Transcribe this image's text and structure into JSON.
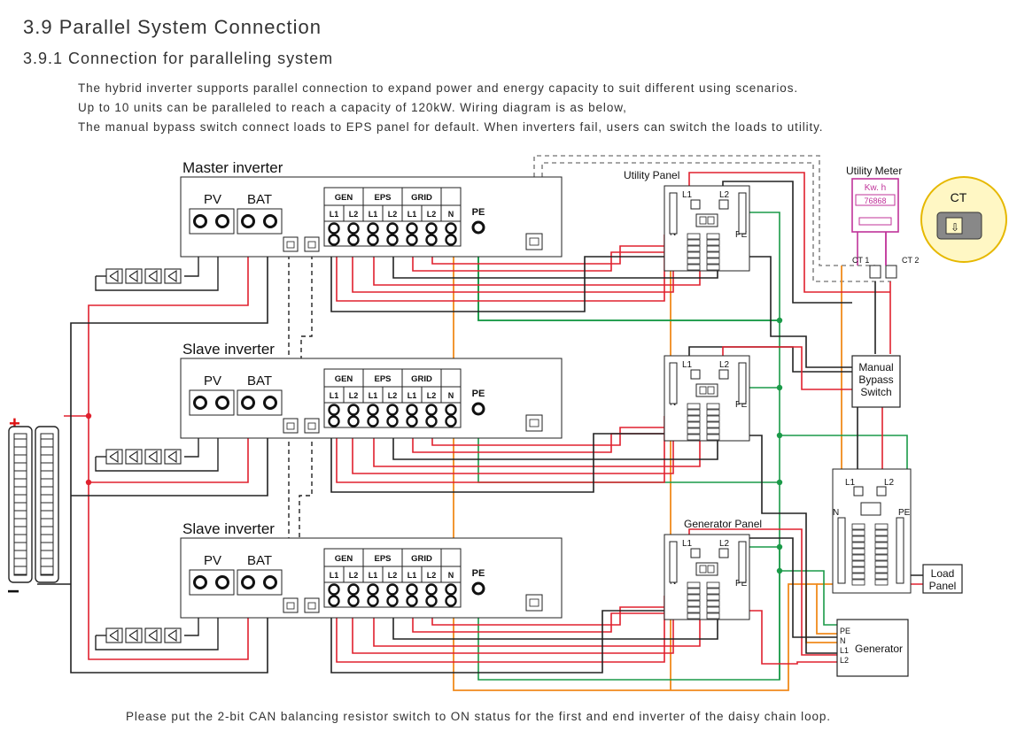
{
  "heading": {
    "section": "3.9   Parallel System Connection",
    "subsection": "3.9.1   Connection for paralleling system"
  },
  "paragraphs": [
    "The hybrid inverter supports parallel  connection to expand power and energy capacity to suit different using scenarios.",
    "Up to 10 units can be paralleled to reach a capacity of 120kW. Wiring diagram is as below,",
    "The manual bypass switch connect loads to EPS panel for default. When inverters fail, users can switch the loads to utility."
  ],
  "diagram": {
    "inverters": [
      {
        "title": "Master inverter"
      },
      {
        "title": "Slave inverter"
      },
      {
        "title": "Slave inverter"
      }
    ],
    "inverter_labels": {
      "pv": "PV",
      "bat": "BAT",
      "pe": "PE"
    },
    "terminal_groups": [
      "GEN",
      "EPS",
      "GRID"
    ],
    "terminal_pins": [
      "L1",
      "L2",
      "L1",
      "L2",
      "L1",
      "L2",
      "N"
    ],
    "battery": {
      "plus": "+",
      "minus": "−"
    },
    "utility_panel": "Utility Panel",
    "generator_panel": "Generator Panel",
    "utility_meter": {
      "title": "Utility Meter",
      "display": "Kw. h",
      "digits": "76868",
      "ct1": "CT 1",
      "ct2": "CT 2"
    },
    "ct": {
      "label": "CT"
    },
    "panel_labels": {
      "l1": "L1",
      "l2": "L2",
      "n": "N",
      "pe": "PE"
    },
    "manual_bypass_switch": [
      "Manual",
      "Bypass",
      "Switch"
    ],
    "load_panel": [
      "Load",
      "Panel"
    ],
    "generator": {
      "label": "Generator",
      "pins": [
        "PE",
        "N",
        "L1",
        "L2"
      ]
    },
    "colors": {
      "line": "#e0212e",
      "neutral": "#222222",
      "ground": "#1a9a48",
      "pe_bus": "#f08a1c",
      "comm": "#888888",
      "meter": "#c0339a"
    }
  },
  "footer": "Please put the 2-bit CAN balancing resistor switch to ON status for the first and end inverter of the daisy chain loop."
}
